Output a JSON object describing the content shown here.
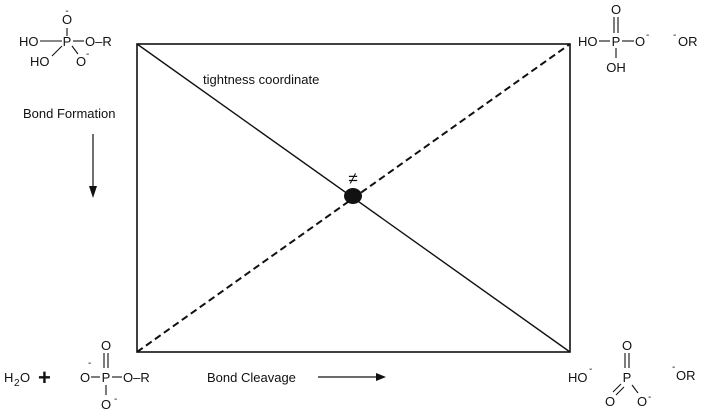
{
  "labels": {
    "tightness": "tightness coordinate",
    "bond_formation": "Bond Formation",
    "bond_cleavage": "Bond Cleavage",
    "ts_symbol": "≠"
  },
  "molecules": {
    "top_left": {
      "minus": "-",
      "left_ho_1": "HO",
      "left_ho_2": "HO",
      "p": "P",
      "ester": "O–R",
      "oxo_top": "O",
      "oxo_bottom": "O"
    },
    "top_right": {
      "ho_left": "HO",
      "p": "P",
      "o_top": "O",
      "o_right": "O",
      "oh_bottom": "OH",
      "leaving": "OR",
      "minus": "-"
    },
    "bottom_left": {
      "water_h": "H",
      "water_sub": "2",
      "water_o": "O",
      "plus": "+",
      "o_left": "O",
      "p": "P",
      "o_top": "O",
      "o_bottom": "O",
      "ester": "O–R",
      "minus": "-"
    },
    "bottom_right": {
      "ho": "HO",
      "p": "P",
      "o_top": "O",
      "o_left": "O",
      "o_right": "O",
      "leaving": "OR",
      "minus": "-"
    }
  }
}
